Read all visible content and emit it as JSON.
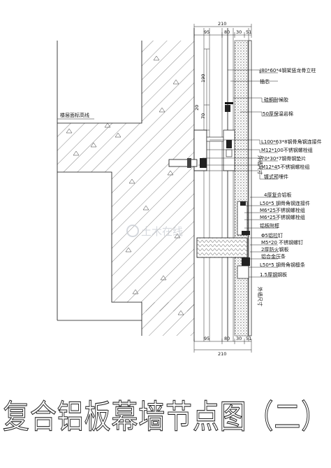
{
  "title": "复合铝板幕墙节点图（二）",
  "watermark": "土木在线",
  "dimensions": {
    "top_total": "210",
    "top_parts": [
      "95",
      "80",
      "30",
      "51"
    ],
    "bottom_total": "210",
    "bottom_parts": [
      "95",
      "80",
      "30",
      "51"
    ],
    "side_190": "190",
    "side_70": "70",
    "side_20": "20"
  },
  "labels": {
    "left_note": "楼层面标高线",
    "l1": "J80*60*4钢架竖龙骨立柱",
    "l2": "插芯",
    "l3": "硅酮耐候胶",
    "l4": "50厚保温岩棉",
    "l5": "L100*63*8钢骨角钢连接件",
    "l6": "M12*100不锈钢螺栓组",
    "l7": "70*30*7钢骨钢垫片",
    "l8": "M12*45不锈钢螺栓组",
    "l9": "镀式预埋件",
    "l10": "4厚复合铝板",
    "l11": "L50*5  钢骨角钢连接件",
    "l12": "M6*25不锈钢螺栓组",
    "l13": "M6*25不锈钢螺栓组",
    "l14": "铝板附框",
    "l15": "Φ5铝拉钉",
    "l16": "M5*20  不锈钢螺钉",
    "l17": "2厚防火钢板",
    "l18": "铝合金压条",
    "l19": "L50*5    钢骨角钢檩条",
    "l20": "1.5厚钢钢板",
    "side_a": "外墙尺寸",
    "side_b": "外墙尺寸"
  }
}
